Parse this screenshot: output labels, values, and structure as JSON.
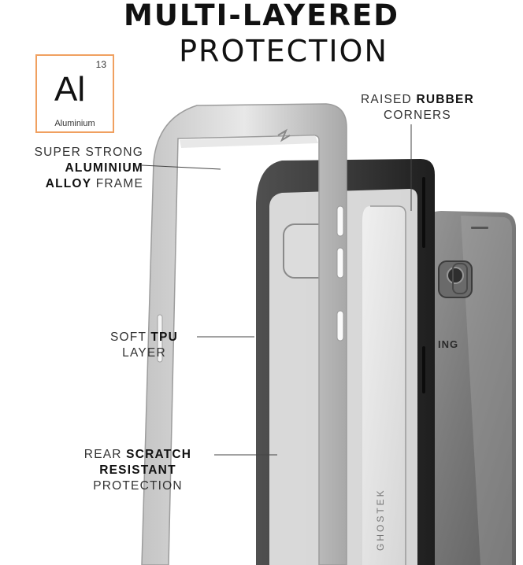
{
  "heading": {
    "line1": "MULTI-LAYERED",
    "line2": "PROTECTION"
  },
  "element_tile": {
    "symbol": "Al",
    "atomic_number": "13",
    "name": "Aluminium",
    "border_color": "#f0a060"
  },
  "callouts": {
    "raised_rubber": {
      "l1a": "RAISED ",
      "l1b": "RUBBER",
      "l2": "CORNERS"
    },
    "aluminium_frame": {
      "l1": "SUPER STRONG",
      "l2": "ALUMINIUM",
      "l3a": "ALLOY",
      "l3b": " FRAME"
    },
    "soft_tpu": {
      "l1a": "SOFT ",
      "l1b": "TPU",
      "l2": "LAYER"
    },
    "rear_scratch": {
      "l1a": "REAR ",
      "l1b": "SCRATCH",
      "l2": "RESISTANT",
      "l3": "PROTECTION"
    }
  },
  "product": {
    "brand_text": "GHOSTEK",
    "phone_logo_partial": "ING"
  }
}
